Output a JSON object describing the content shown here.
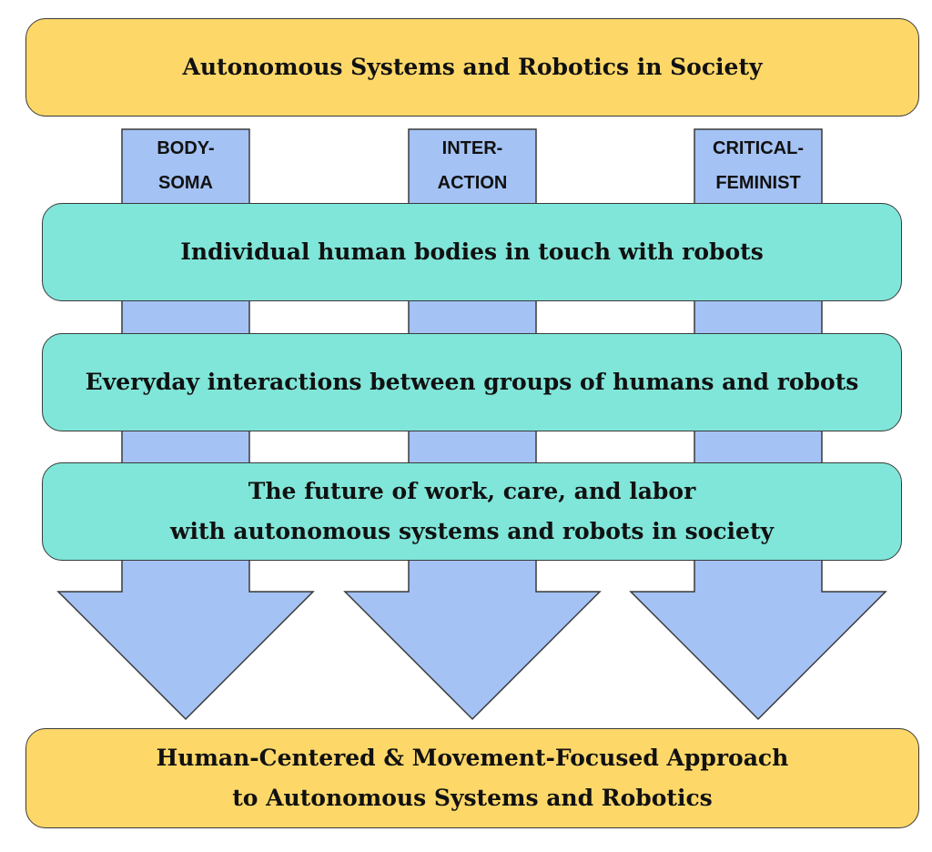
{
  "top_banner": {
    "title": "Autonomous Systems and Robotics in Society"
  },
  "columns": [
    {
      "label_lines": [
        "BODY-",
        "SOMA"
      ]
    },
    {
      "label_lines": [
        "INTER-",
        "ACTION"
      ]
    },
    {
      "label_lines": [
        "CRITICAL-",
        "FEMINIST"
      ]
    }
  ],
  "layers": [
    {
      "lines": [
        "Individual human bodies in touch with robots"
      ]
    },
    {
      "lines": [
        "Everyday interactions between groups of humans and robots"
      ]
    },
    {
      "lines": [
        "The future of work, care, and labor",
        "with autonomous systems and robots in society"
      ]
    }
  ],
  "bottom_banner": {
    "lines": [
      "Human-Centered & Movement-Focused Approach",
      "to Autonomous Systems and Robotics"
    ]
  },
  "colors": {
    "banner_fill": "#fdd869",
    "layer_fill": "#80e6d9",
    "arrow_fill": "#a4c2f4",
    "outline": "#3a3a3a"
  }
}
